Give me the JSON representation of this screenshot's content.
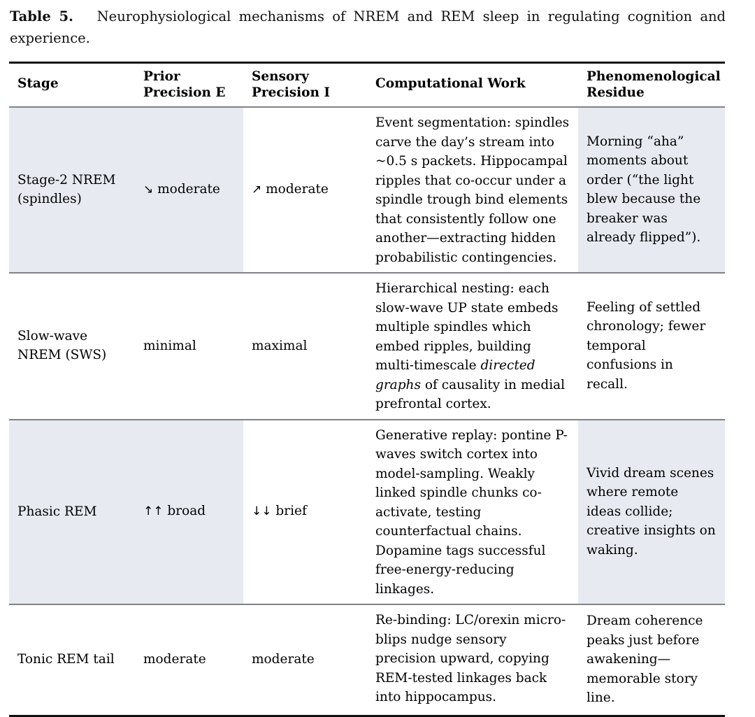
{
  "caption": {
    "label": "Table 5.",
    "text": "Neurophysiological mechanisms of NREM and REM sleep in regulating cognition and experience."
  },
  "colors": {
    "shade": "#e7eaf1",
    "rule_dark": "#111111",
    "rule_light": "#808287",
    "text": "#000000",
    "page_background": "#ffffff"
  },
  "table": {
    "headers": [
      "Stage",
      "Prior\nPrecision E",
      "Sensory\nPrecision I",
      "Computational Work",
      "Phenomenological\nResidue"
    ],
    "rows": [
      {
        "shaded": true,
        "stage": "Stage-2 NREM\n(spindles)",
        "prior_arrow": "↘",
        "prior": "moderate",
        "sensory_arrow": "↗",
        "sensory": "moderate",
        "work_pre": "Event segmentation: spindles carve the day’s stream into ~0.5 s packets. Hippocampal ripples that co-occur under a spindle trough bind elements that consistently follow one another—extracting hidden probabilistic contingencies.",
        "work_italic": "",
        "work_post": "",
        "residue": "Morning “aha” moments about order (“the light blew because the breaker was already flipped”)."
      },
      {
        "shaded": false,
        "stage": "Slow-wave\nNREM (SWS)",
        "prior_arrow": "",
        "prior": "minimal",
        "sensory_arrow": "",
        "sensory": "maximal",
        "work_pre": "Hierarchical nesting: each slow-wave UP state embeds multiple spindles which embed ripples, building multi-timescale ",
        "work_italic": "directed graphs",
        "work_post": " of causality in medial prefrontal cortex.",
        "residue": "Feeling of settled chronology; fewer temporal confusions in recall."
      },
      {
        "shaded": true,
        "stage": "Phasic REM",
        "prior_arrow": "↑↑",
        "prior": "broad",
        "sensory_arrow": "↓↓",
        "sensory": "brief",
        "work_pre": "Generative replay: pontine P-waves switch cortex into model-sampling. Weakly linked spindle chunks co-activate, testing counterfactual chains. Dopamine tags successful free-energy-reducing linkages.",
        "work_italic": "",
        "work_post": "",
        "residue": "Vivid dream scenes where remote ideas collide; creative insights on waking."
      },
      {
        "shaded": false,
        "stage": "Tonic REM tail",
        "prior_arrow": "",
        "prior": "moderate",
        "sensory_arrow": "",
        "sensory": "moderate",
        "work_pre": "Re-binding: LC/orexin micro-blips nudge sensory precision upward, copying REM-tested linkages back into hippocampus.",
        "work_italic": "",
        "work_post": "",
        "residue": "Dream coherence peaks just before awakening—memorable story line."
      }
    ]
  }
}
